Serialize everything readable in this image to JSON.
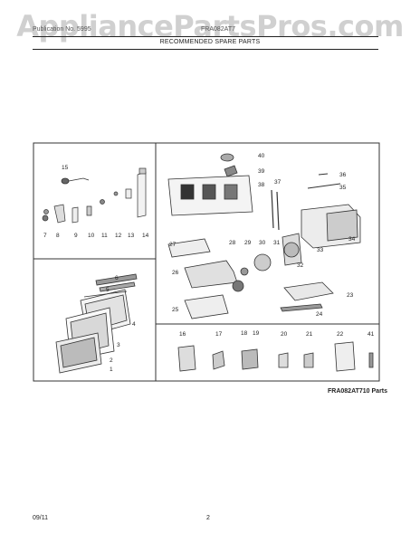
{
  "watermark": "AppliancePartsPros.com",
  "header": {
    "left_text": "Publication No. 5995",
    "mid_text": "FRA082AT7",
    "subtitle": "RECOMMENDED SPARE PARTS"
  },
  "diagram": {
    "model_code": "FRA082AT710 Parts",
    "part_numbers": [
      "1",
      "2",
      "3",
      "4",
      "5",
      "6",
      "7",
      "8",
      "9",
      "10",
      "11",
      "12",
      "13",
      "14",
      "15",
      "16",
      "17",
      "18",
      "19",
      "20",
      "21",
      "22",
      "23",
      "24",
      "25",
      "26",
      "27",
      "28",
      "29",
      "30",
      "31",
      "32",
      "33",
      "34",
      "35",
      "36",
      "37",
      "38",
      "39",
      "40",
      "41"
    ]
  },
  "footer": {
    "date": "09/11",
    "page": "2"
  }
}
